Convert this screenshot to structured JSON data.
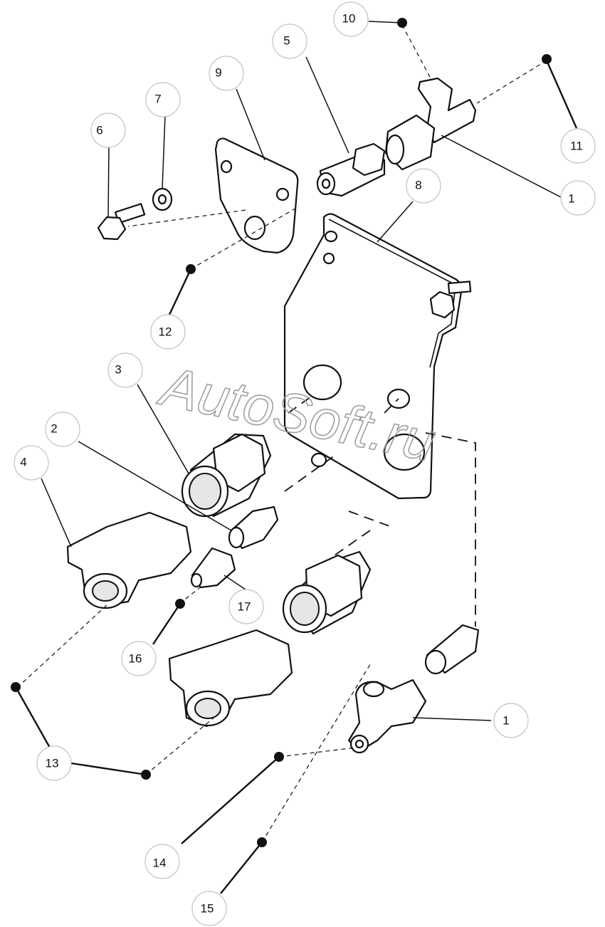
{
  "watermark": "AutoSoft.ru",
  "callouts": [
    {
      "id": "c10",
      "label": "10"
    },
    {
      "id": "c5",
      "label": "5"
    },
    {
      "id": "c9",
      "label": "9"
    },
    {
      "id": "c7",
      "label": "7"
    },
    {
      "id": "c6",
      "label": "6"
    },
    {
      "id": "c11",
      "label": "11"
    },
    {
      "id": "c1a",
      "label": "1"
    },
    {
      "id": "c8",
      "label": "8"
    },
    {
      "id": "c12",
      "label": "12"
    },
    {
      "id": "c3",
      "label": "3"
    },
    {
      "id": "c2",
      "label": "2"
    },
    {
      "id": "c4",
      "label": "4"
    },
    {
      "id": "c17",
      "label": "17"
    },
    {
      "id": "c16",
      "label": "16"
    },
    {
      "id": "c1b",
      "label": "1"
    },
    {
      "id": "c13",
      "label": "13"
    },
    {
      "id": "c14",
      "label": "14"
    },
    {
      "id": "c15",
      "label": "15"
    }
  ]
}
